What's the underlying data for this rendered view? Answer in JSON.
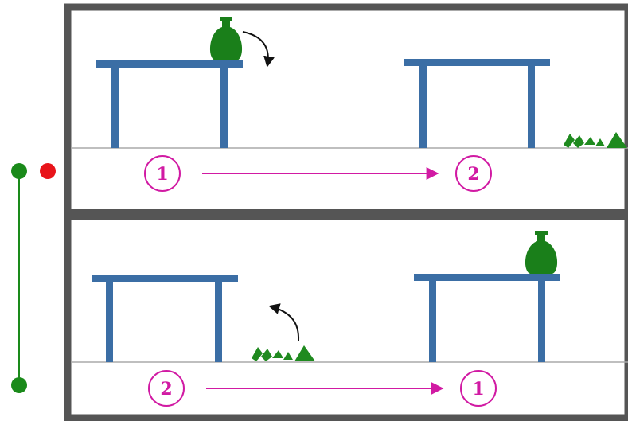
{
  "colors": {
    "frame": "#555555",
    "table": "#3b6ea5",
    "vase": "#1a7f1a",
    "shards": "#1f8a1f",
    "step": "#d11aa3",
    "floor": "#aaaaaa",
    "timeline": "#1a8a1a",
    "timeline_marker": "#e8141a",
    "motion_arrow": "#111111"
  },
  "panels": [
    {
      "id": "top",
      "step_start": "1",
      "step_end": "2",
      "vase_state_start": "intact-on-table",
      "vase_state_end": "broken-on-floor",
      "motion_arrow": "falling"
    },
    {
      "id": "bottom",
      "step_start": "2",
      "step_end": "1",
      "vase_state_start": "broken-on-floor",
      "vase_state_end": "intact-on-table",
      "motion_arrow": "rising"
    }
  ],
  "icons": {
    "vase": "vase-icon",
    "shards": "broken-vase-shards-icon",
    "curved_arrow": "curved-arrow-icon"
  }
}
